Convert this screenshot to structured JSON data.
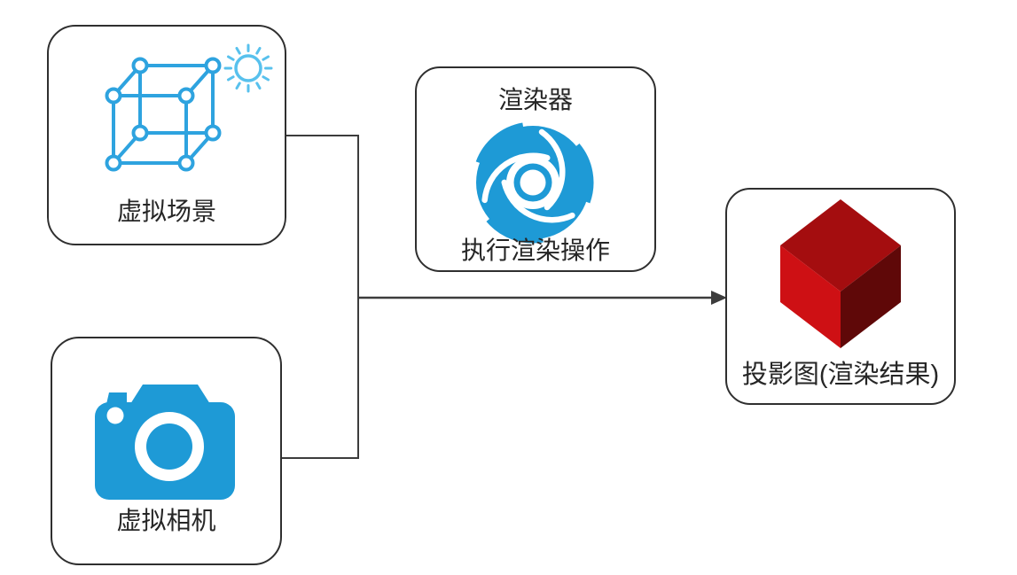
{
  "diagram": {
    "nodes": {
      "scene": {
        "label": "虚拟场景"
      },
      "camera": {
        "label": "虚拟相机"
      },
      "renderer": {
        "title": "渲染器",
        "caption": "执行渲染操作"
      },
      "result": {
        "label": "投影图(渲染结果)"
      }
    },
    "icons": {
      "scene": "wireframe-cube-icon",
      "scene_extra": "sun-icon",
      "camera": "camera-icon",
      "renderer": "vortex-shutter-icon",
      "result": "red-3d-cube-icon"
    },
    "edges": [
      {
        "from": "scene",
        "to": "junction",
        "arrow": false
      },
      {
        "from": "camera",
        "to": "junction",
        "arrow": false
      },
      {
        "from": "junction",
        "to": "result",
        "arrow": true
      }
    ],
    "colors": {
      "icon_blue": "#1e9ad6",
      "wire_blue": "#2ea3df",
      "sun_blue": "#58c1ed",
      "cube_top": "#a40d0f",
      "cube_left": "#ce1014",
      "cube_right": "#5f0808",
      "line": "#3c3c3c",
      "border": "#2f2f2f",
      "text": "#262626"
    }
  }
}
